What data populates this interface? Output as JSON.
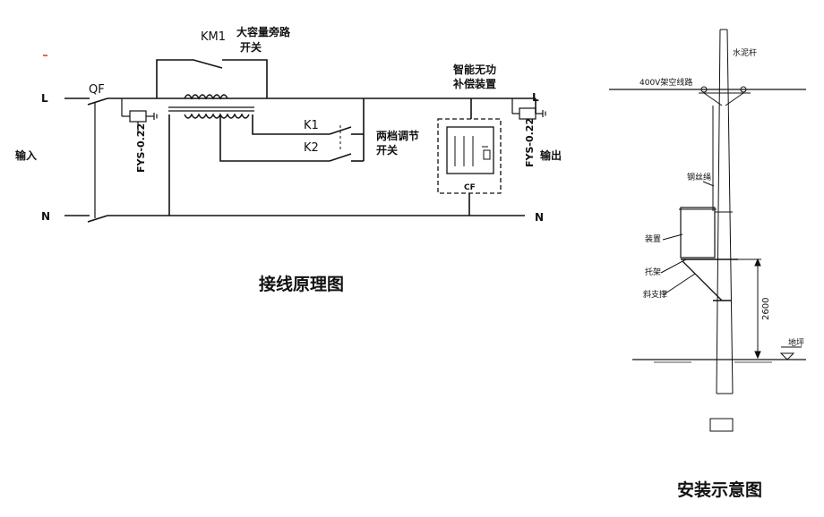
{
  "wiring": {
    "title": "接线原理图",
    "labels": {
      "L_in": "L",
      "N_in": "N",
      "L_out": "L",
      "N_out": "N",
      "QF": "QF",
      "KM1": "KM1",
      "bypass_1": "大容量旁路",
      "bypass_2": "开关",
      "input": "输入",
      "output": "输出",
      "fys_left": "FYS-0.22",
      "fys_right": "FYS-0.22",
      "K1": "K1",
      "K2": "K2",
      "switch_1": "两档调节",
      "switch_2": "开关",
      "comp_1": "智能无功",
      "comp_2": "补偿装置",
      "CF": "CF"
    },
    "accent_red": "#d33c3c"
  },
  "install": {
    "title": "安装示意图",
    "labels": {
      "pole": "水泥杆",
      "line": "400V架空线路",
      "rope": "钢丝绳",
      "device": "装置",
      "bracket": "托架",
      "brace": "斜支撑",
      "height": "2600",
      "ground": "地坪"
    }
  }
}
